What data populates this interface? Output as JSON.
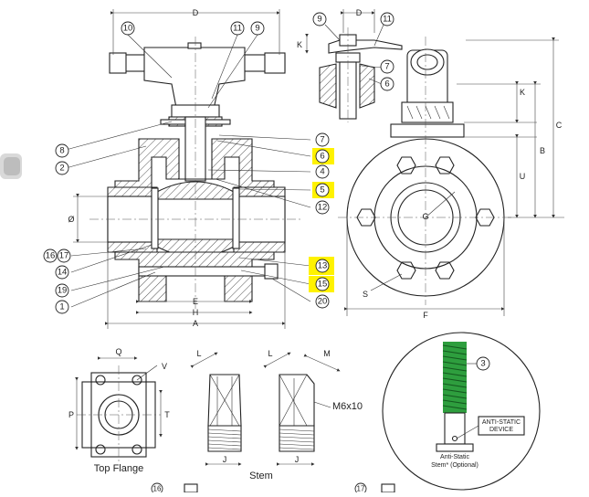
{
  "colors": {
    "highlight": "#fff200",
    "line": "#222222",
    "stem_thread": "#2e9e3e",
    "background": "#ffffff"
  },
  "callouts": {
    "c10": "10",
    "c11": "11",
    "c9": "9",
    "c8": "8",
    "c2": "2",
    "c7": "7",
    "c6": "6",
    "c4": "4",
    "c5": "5",
    "c12": "12",
    "c16": "16",
    "c17": "17",
    "c14": "14",
    "c19": "19",
    "c1": "1",
    "c13": "13",
    "c15": "15",
    "c20": "20",
    "d9": "9",
    "d11": "11",
    "d7": "7",
    "d6": "6",
    "e3": "3",
    "bot16": "16",
    "bot17": "17"
  },
  "dimensions": {
    "top_D": "D",
    "side_D": "D",
    "side_K_top": "K",
    "E": "E",
    "H": "H",
    "A": "A",
    "dia": "Ø",
    "C": "C",
    "B": "B",
    "U": "U",
    "K": "K",
    "F": "F",
    "G": "G",
    "S": "S",
    "Q": "Q",
    "V": "V",
    "P": "P",
    "T": "T",
    "L1": "L",
    "L2": "L",
    "M": "M",
    "J1": "J",
    "J2": "J"
  },
  "labels": {
    "thread": "M6x10",
    "top_flange": "Top Flange",
    "stem": "Stem",
    "anti_static_device": "ANTI-STATIC\nDEVICE",
    "anti_static_stem": "Anti-Static\nStem* (Optional)"
  },
  "highlighted_callouts": [
    "6",
    "5",
    "13",
    "15"
  ]
}
